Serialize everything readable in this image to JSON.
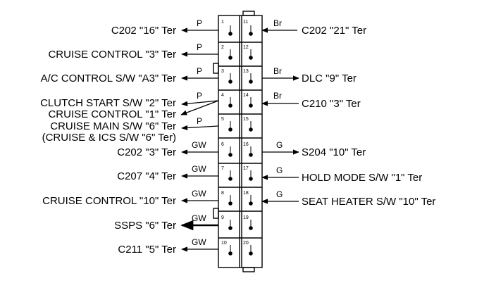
{
  "left_labels": [
    "C202 \"16\" Ter",
    "CRUISE CONTROL \"3\" Ter",
    "A/C CONTROL S/W \"A3\" Ter",
    "CLUTCH START S/W \"2\" Ter",
    "CRUISE CONTROL \"1\" Ter",
    "CRUISE MAIN S/W \"6\" Ter",
    "(CRUISE & ICS S/W \"6\" Ter)",
    "C202 \"3\" Ter",
    "C207 \"4\" Ter",
    "CRUISE CONTROL \"10\" Ter",
    "SSPS \"6\" Ter",
    "C211 \"5\" Ter"
  ],
  "right_labels": [
    "C202 \"21\" Ter",
    "DLC \"9\" Ter",
    "C210 \"3\" Ter",
    "S204 \"10\" Ter",
    "HOLD MODE S/W \"1\" Ter",
    "SEAT HEATER S/W \"10\" Ter"
  ],
  "left_wires": [
    "P",
    "P",
    "P",
    "P",
    "P",
    "GW",
    "GW",
    "GW",
    "GW",
    "GW"
  ],
  "right_wires": [
    "Br",
    "Br",
    "Br",
    "G",
    "G",
    "G"
  ],
  "left_pins": [
    "1",
    "2",
    "3",
    "4",
    "5",
    "6",
    "7",
    "8",
    "9",
    "10"
  ],
  "right_pins": [
    "11",
    "12",
    "13",
    "14",
    "15",
    "16",
    "17",
    "18",
    "19",
    "20"
  ]
}
